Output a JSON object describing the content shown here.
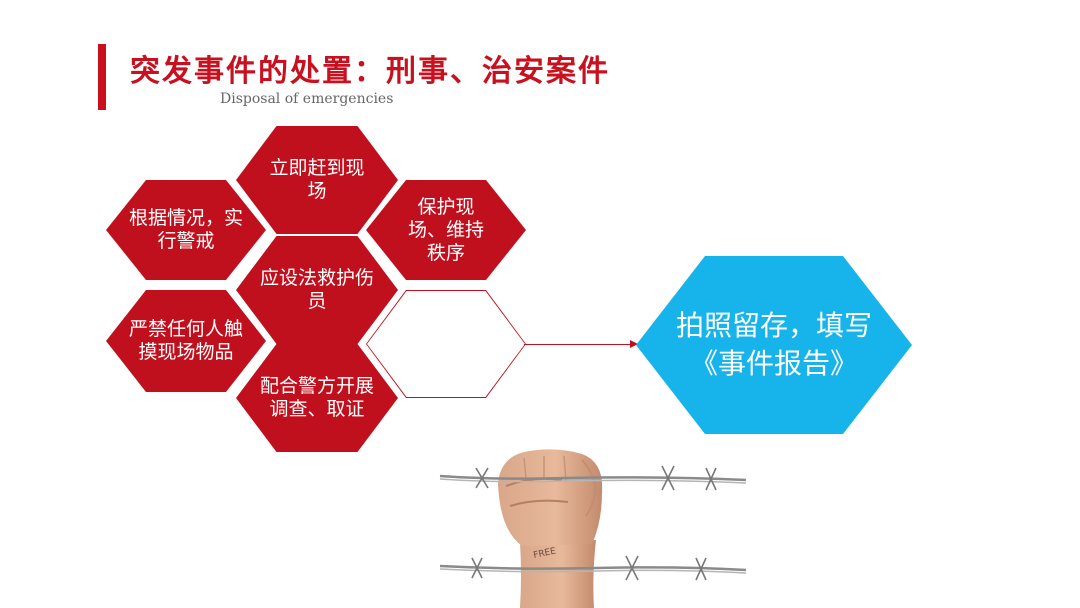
{
  "header": {
    "title": "突发事件的处置：刑事、治安案件",
    "subtitle": "Disposal of emergencies"
  },
  "steps": [
    {
      "label": "立即赶到现场"
    },
    {
      "label": "根据情况，实行警戒"
    },
    {
      "label": "保护现场、维持秩序"
    },
    {
      "label": "应设法救护伤员"
    },
    {
      "label": "严禁任何人触摸现场物品"
    },
    {
      "label": "配合警方开展调查、取证"
    }
  ],
  "result": {
    "label": "拍照留存，填写《事件报告》"
  },
  "image": {
    "wrist_text": "FREE"
  },
  "colors": {
    "accent_red": "#c8101e",
    "hex_red": "#c0101e",
    "hex_blue": "#16b4ea"
  }
}
